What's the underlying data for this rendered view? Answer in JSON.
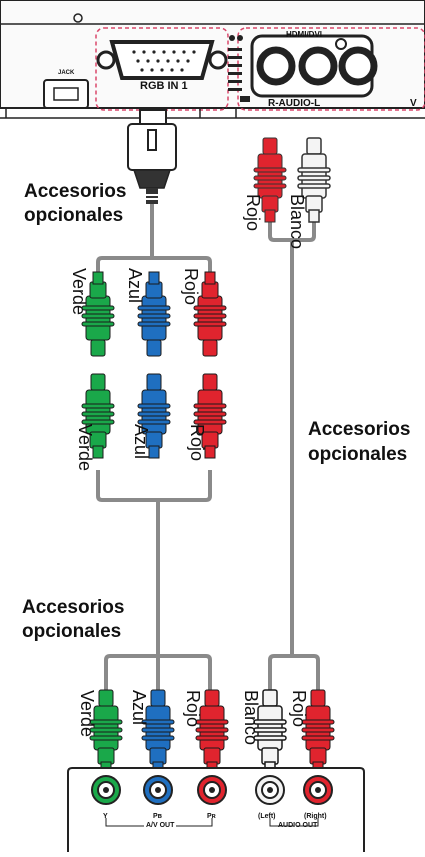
{
  "projector": {
    "rgb_port_label": "RGB IN 1",
    "hdmi_label": "HDMI/DVI",
    "audio_port_label": "R-AUDIO-L",
    "partial_label": "V",
    "small_port_label": "JACK"
  },
  "labels": {
    "accessories_top_line1": "Accesorios",
    "accessories_top_line2": "opcionales",
    "accessories_right_line1": "Accesorios",
    "accessories_right_line2": "opcionales",
    "accessories_bottom_line1": "Accesorios",
    "accessories_bottom_line2": "opcionales"
  },
  "colors": {
    "verde": "Verde",
    "azul": "Azul",
    "rojo": "Rojo",
    "blanco": "Blanco"
  },
  "device": {
    "jack_y": "Y",
    "jack_pb": "Pʙ",
    "jack_pr": "Pʀ",
    "jack_left": "(Left)",
    "jack_right": "(Right)",
    "av_out": "A/V OUT",
    "audio_out": "AUDIO OUT"
  },
  "palette": {
    "green": "#1aa84a",
    "blue": "#1f6fc0",
    "red": "#e0242e",
    "white": "#f4f4f4",
    "cable": "#8a8a8a"
  }
}
